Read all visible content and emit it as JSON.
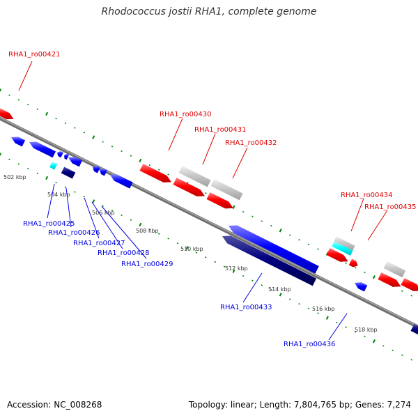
{
  "title": "Rhodococcus jostii RHA1, complete genome",
  "accession_label": "Accession: NC_008268",
  "summary_label": "Topology: linear; Length: 7,804,765 bp; Genes: 7,274",
  "colors": {
    "forward_gene": "#ff0000",
    "reverse_gene": "#0000ff",
    "selected_gene": "#000080",
    "pseudo_gene": "#c0c0c0",
    "rna_gene": "#00ffff",
    "tick": "#008000",
    "backbone": "#808080"
  },
  "scale_labels": [
    "502 kbp",
    "504 kbp",
    "506 kbp",
    "508 kbp",
    "510 kbp",
    "512 kbp",
    "514 kbp",
    "516 kbp",
    "518 kbp"
  ],
  "gene_labels_forward": [
    "RHA1_ro00421",
    "RHA1_ro00430",
    "RHA1_ro00431",
    "RHA1_ro00432",
    "RHA1_ro00434",
    "RHA1_ro00435"
  ],
  "gene_labels_reverse": [
    "RHA1_ro00425",
    "RHA1_ro00426",
    "RHA1_ro00427",
    "RHA1_ro00428",
    "RHA1_ro00429",
    "RHA1_ro00433",
    "RHA1_ro00436"
  ]
}
